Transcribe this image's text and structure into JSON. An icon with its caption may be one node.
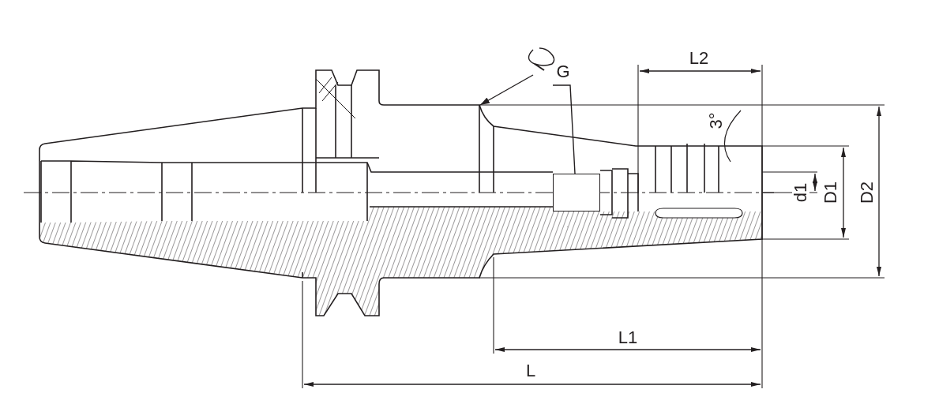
{
  "diagram": {
    "nodes": [
      {
        "text": [
          "G"
        ]
      },
      {
        "text": [],
        "shape": "box"
      },
      {
        "text": [],
        "shape": "circle"
      }
    ],
    "edges": [
      {
        "from": 0,
        "to": 1,
        "arrow": "none"
      },
      {
        "from": 2,
        "to": null,
        "arrow": "to"
      }
    ],
    "labels": [
      "L2",
      "3°",
      "d1",
      "D1",
      "D2",
      "L1",
      "L"
    ]
  }
}
